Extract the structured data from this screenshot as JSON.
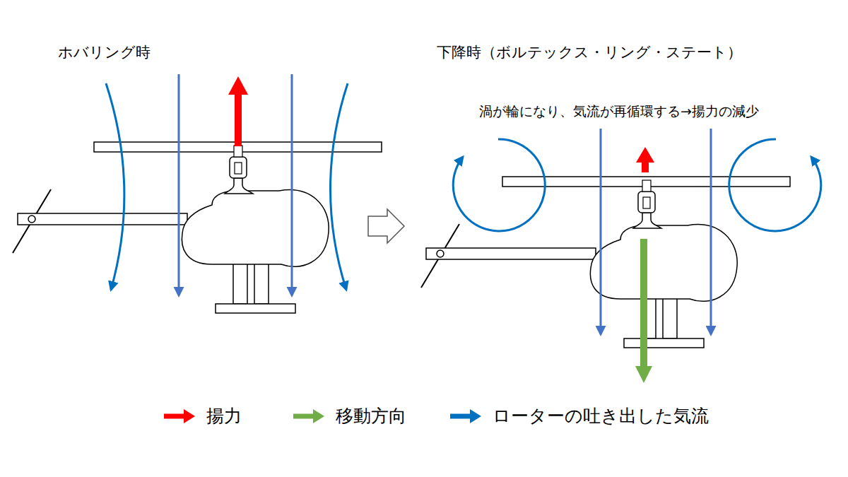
{
  "diagram": {
    "labels": [
      "ホバリング時",
      "下降時（ボルテックス・リング・ステート）",
      "渦が輪になり、気流が再循環する→揚力の減少"
    ],
    "legend": [
      {
        "text": "揚力"
      },
      {
        "text": "移動方向"
      },
      {
        "text": "ローターの吐き出した気流"
      }
    ]
  }
}
